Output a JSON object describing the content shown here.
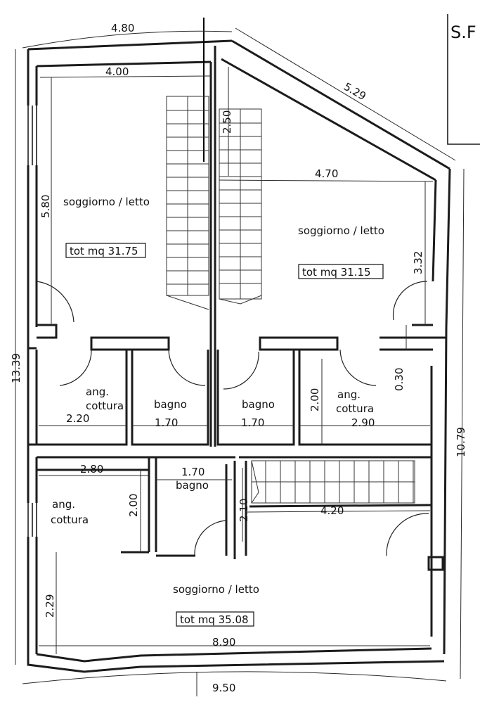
{
  "title_fragment": "S.F",
  "upper": {
    "left_room": {
      "label": "soggiorno / letto",
      "area": "tot mq 31.75"
    },
    "right_room": {
      "label": "soggiorno / letto",
      "area": "tot mq 31.15"
    },
    "kitchen_left": {
      "label_1": "ang.",
      "label_2": "cottura"
    },
    "bath_left": {
      "label": "bagno"
    },
    "bath_right": {
      "label": "bagno"
    },
    "kitchen_right": {
      "label_1": "ang.",
      "label_2": "cottura"
    }
  },
  "lower": {
    "kitchen": {
      "label_1": "ang.",
      "label_2": "cottura"
    },
    "bath": {
      "label": "bagno"
    },
    "living": {
      "label": "soggiorno / letto",
      "area": "tot mq 35.08"
    }
  },
  "dimensions": {
    "top_overall": "4.80",
    "top_left_inner": "4.00",
    "diagonal": "5.29",
    "stair_height": "2.50",
    "right_room_width": "4.70",
    "left_room_height": "5.80",
    "right_room_height": "3.32",
    "total_height_left": "13.39",
    "total_height_right": "10.79",
    "kitchen_left_width": "2.20",
    "bath_left_width": "1.70",
    "bath_right_width": "1.70",
    "kitchen_right_width": "2.90",
    "kitchen_right_height": "2.00",
    "small_gap": "0.30",
    "lower_kitchen_width": "2.80",
    "lower_bath_width": "1.70",
    "lower_kitchen_height": "2.00",
    "lower_stair_height": "2.10",
    "lower_stair_width": "4.20",
    "lower_left_height": "2.29",
    "lower_inner_width": "8.90",
    "bottom_overall": "9.50"
  }
}
